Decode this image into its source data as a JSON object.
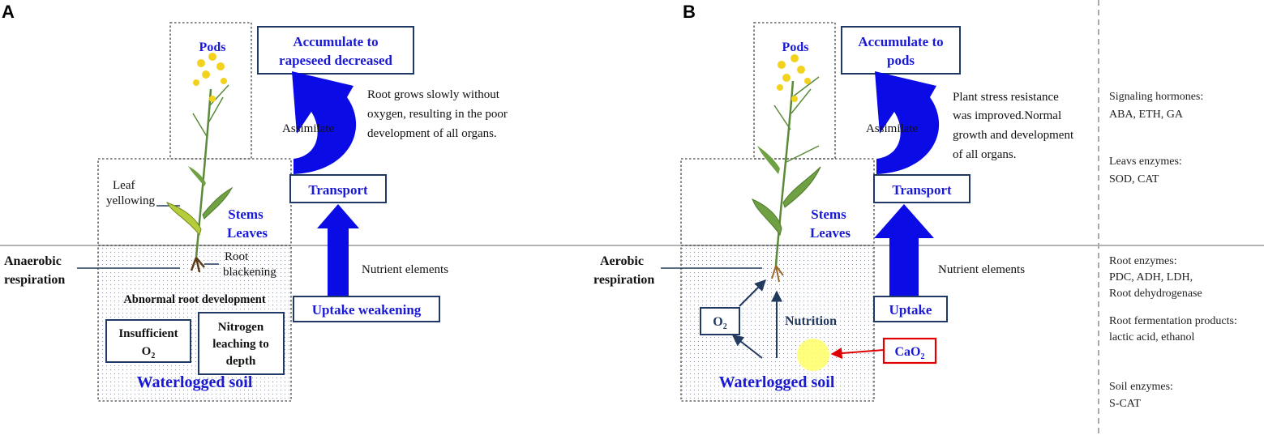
{
  "panel_a": {
    "letter": "A",
    "pods": "Pods",
    "accumulate": [
      "Accumulate to",
      "rapeseed decreased"
    ],
    "assimilate": "Assimilate",
    "note": [
      "Root grows slowly without",
      "oxygen, resulting in the poor",
      "development of all organs."
    ],
    "leaf": [
      "Leaf",
      "yellowing"
    ],
    "stems": "Stems",
    "leaves": "Leaves",
    "transport": "Transport",
    "respiration": [
      "Anaerobic",
      "respiration"
    ],
    "root": [
      "Root",
      "blackening"
    ],
    "nutrient": "Nutrient elements",
    "abnormal": "Abnormal root development",
    "uptake": "Uptake weakening",
    "insufficient": [
      "Insufficient",
      "O",
      "2"
    ],
    "nitrogen": [
      "Nitrogen",
      "leaching to",
      "depth"
    ],
    "soil": "Waterlogged soil"
  },
  "panel_b": {
    "letter": "B",
    "pods": "Pods",
    "accumulate": [
      "Accumulate to",
      "pods"
    ],
    "assimilate": "Assimilate",
    "note": [
      "Plant stress resistance",
      "was improved.Normal",
      "growth and development",
      "of all organs."
    ],
    "stems": "Stems",
    "leaves": "Leaves",
    "transport": "Transport",
    "respiration": [
      "Aerobic",
      "respiration"
    ],
    "nutrient": "Nutrient elements",
    "o2": [
      "O",
      "2"
    ],
    "nutrition": "Nutrition",
    "uptake": "Uptake",
    "cao2": [
      "CaO",
      "2"
    ],
    "soil": "Waterlogged soil"
  },
  "sidebar": {
    "hormones": [
      "Signaling hormones:",
      "ABA, ETH, GA"
    ],
    "leaf_enzymes": [
      "Leavs enzymes:",
      "SOD, CAT"
    ],
    "root_enzymes": [
      "Root enzymes:",
      "PDC, ADH, LDH,",
      "Root dehydrogenase"
    ],
    "fermentation": [
      "Root fermentation products:",
      "lactic acid, ethanol"
    ],
    "soil_enzymes": [
      "Soil enzymes:",
      "S-CAT"
    ]
  },
  "colors": {
    "arrow_blue": "#0b0be6",
    "box_border": "#1f3864",
    "text_blue": "#1a1ad6",
    "cao2_red": "#e00000",
    "dot_gray": "#9aa3b8",
    "divider": "#999999"
  }
}
